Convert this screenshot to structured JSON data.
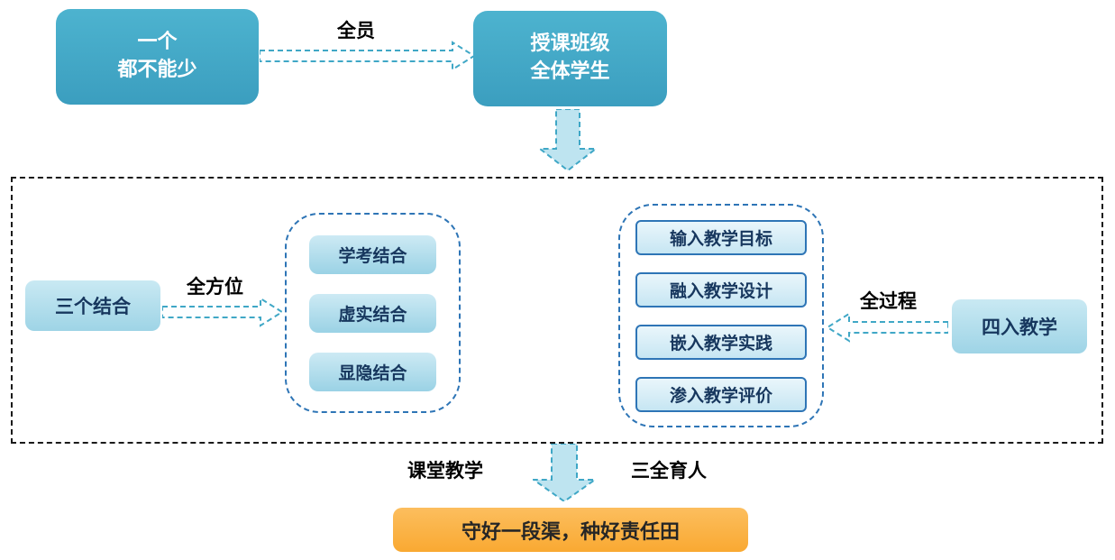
{
  "colors": {
    "teal": "#3FA7C6",
    "light_blue": "#A9D9E9",
    "dark_blue_text": "#17375E",
    "dashed_blue_border": "#2E75B6",
    "panel_dash_border": "#1A1A1A",
    "orange": "#FBAE3D"
  },
  "top_flow": {
    "left_box": "一个\n都不能少",
    "arrow_label": "全员",
    "class_box": "授课班级\n全体学生"
  },
  "panel": {
    "three_combinations": {
      "source_box": "三个结合",
      "arrow_label": "全方位",
      "items": [
        "学考结合",
        "虚实结合",
        "显隐结合"
      ]
    },
    "four_integrations": {
      "items": [
        "输入教学目标",
        "融入教学设计",
        "嵌入教学实践",
        "渗入教学评价"
      ],
      "arrow_label": "全过程",
      "source_box": "四入教学"
    }
  },
  "bottom_flow": {
    "left_label": "课堂教学",
    "right_label": "三全育人",
    "result_box": "守好一段渠，种好责任田"
  }
}
